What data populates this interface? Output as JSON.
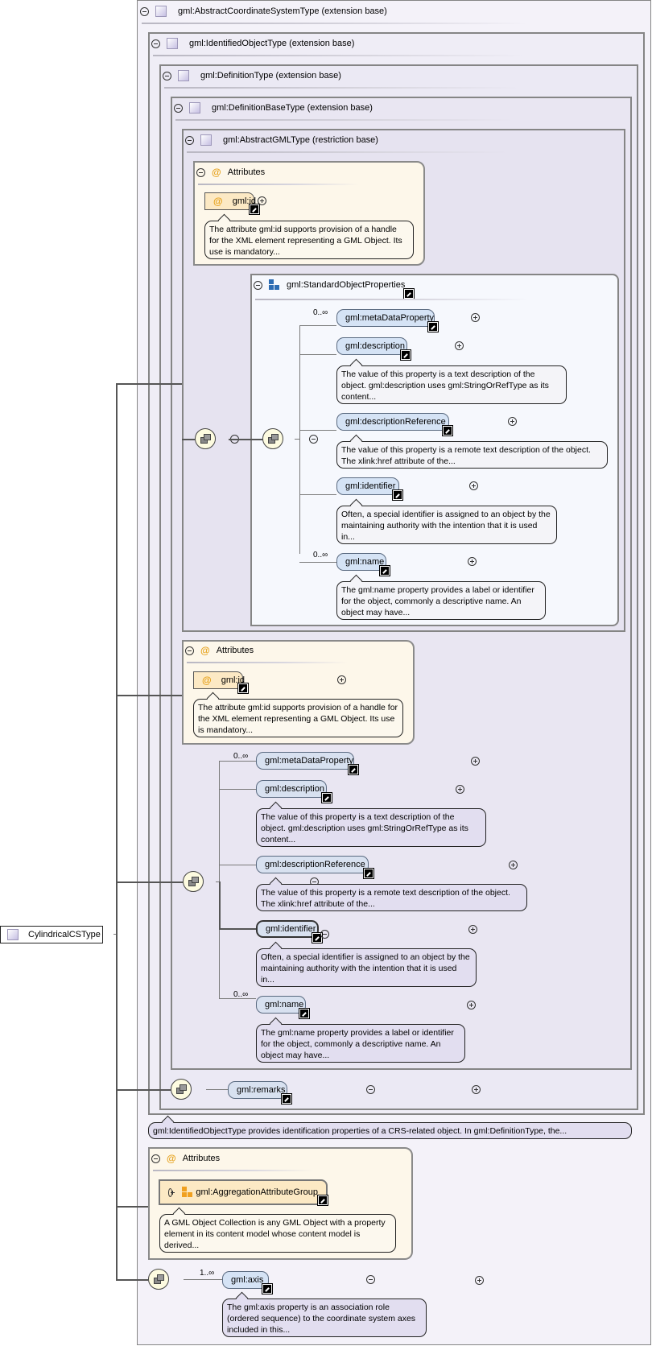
{
  "root": {
    "label": "CylindricalCSType"
  },
  "bases": [
    {
      "label": "gml:AbstractCoordinateSystemType (extension base)"
    },
    {
      "label": "gml:IdentifiedObjectType (extension base)"
    },
    {
      "label": "gml:DefinitionType (extension base)"
    },
    {
      "label": "gml:DefinitionBaseType (extension base)"
    },
    {
      "label": "gml:AbstractGMLType (restriction base)"
    }
  ],
  "inner_attributes": {
    "title": "Attributes",
    "attr": "gml:id",
    "note": "The attribute gml:id supports provision of a handle for the XML element representing a GML Object. Its use is mandatory..."
  },
  "standard_props": {
    "title": "gml:StandardObjectProperties",
    "items": [
      {
        "label": "gml:metaDataProperty",
        "cardinality": "0..∞",
        "note": ""
      },
      {
        "label": "gml:description",
        "cardinality": "",
        "note": "The value of this property is a text description of the object. gml:description uses gml:StringOrRefType as its content..."
      },
      {
        "label": "gml:descriptionReference",
        "cardinality": "",
        "note": "The value of this property is a remote text description of the object. The xlink:href attribute of the..."
      },
      {
        "label": "gml:identifier",
        "cardinality": "",
        "note": "Often, a special identifier is assigned to an object by the maintaining authority with the intention that it is used in..."
      },
      {
        "label": "gml:name",
        "cardinality": "0..∞",
        "note": "The gml:name property provides a label or identifier for the object, commonly a descriptive name. An object may have..."
      }
    ]
  },
  "outer_attributes": {
    "title": "Attributes",
    "attr": "gml:id",
    "note": "The attribute gml:id supports provision of a handle for the XML element representing a GML Object. Its use is mandatory..."
  },
  "definition_props": {
    "items": [
      {
        "label": "gml:metaDataProperty",
        "cardinality": "0..∞",
        "note": ""
      },
      {
        "label": "gml:description",
        "cardinality": "",
        "note": "The value of this property is a text description of the object. gml:description uses gml:StringOrRefType as its content..."
      },
      {
        "label": "gml:descriptionReference",
        "cardinality": "",
        "note": "The value of this property is a remote text description of the object. The xlink:href attribute of the..."
      },
      {
        "label": "gml:identifier",
        "cardinality": "",
        "note": "Often, a special identifier is assigned to an object by the maintaining authority with the intention that it is used in..."
      },
      {
        "label": "gml:name",
        "cardinality": "0..∞",
        "note": "The gml:name property provides a label or identifier for the object, commonly a descriptive name. An object may have..."
      }
    ]
  },
  "remarks": {
    "label": "gml:remarks"
  },
  "identified_note": "gml:IdentifiedObjectType provides identification properties of a CRS-related object. In gml:DefinitionType, the...",
  "aggregation_attributes": {
    "title": "Attributes",
    "group": "gml:AggregationAttributeGroup",
    "note": "A GML Object Collection is any GML Object with a property element in its content model whose content model is derived..."
  },
  "axis": {
    "label": "gml:axis",
    "cardinality": "1..∞",
    "note": "The gml:axis property is an association role (ordered sequence) to the coordinate system axes included in this..."
  }
}
